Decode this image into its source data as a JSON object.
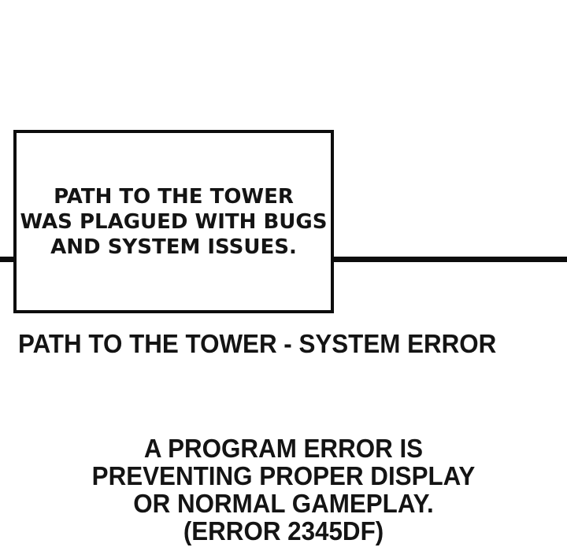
{
  "page": {
    "background_color": "#ffffff",
    "ink_color": "#0d0d0d"
  },
  "speech_box": {
    "lines": [
      "PATH TO THE TOWER",
      "WAS PLAGUED WITH BUGS",
      "AND SYSTEM ISSUES."
    ]
  },
  "caption": {
    "text": "PATH TO THE TOWER - SYSTEM ERROR"
  },
  "system_message": {
    "lines": [
      "A PROGRAM ERROR IS",
      "PREVENTING PROPER DISPLAY",
      "OR NORMAL GAMEPLAY.",
      "(ERROR 2345DF)"
    ]
  }
}
